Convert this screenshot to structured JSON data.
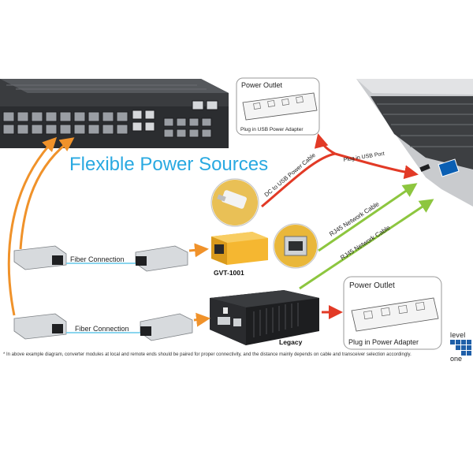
{
  "headline": "Flexible Power Sources",
  "power_outlet_top": {
    "title": "Power Outlet",
    "caption": "Plug in USB Power Adapter"
  },
  "power_outlet_bottom": {
    "title": "Power Outlet",
    "caption": "Plug in Power Adapter"
  },
  "cables": {
    "dc_usb": "DC to USB Power Cable",
    "usb_port": "Plug in USB Port",
    "rj45_a": "RJ45 Network Cable",
    "rj45_b": "RJ45 Network Cable"
  },
  "fiber": {
    "top": "Fiber Connection",
    "bottom": "Fiber Connection"
  },
  "devices": {
    "gvt": "GVT-1001",
    "legacy": "Legacy"
  },
  "logo": {
    "line1": "level",
    "line2": "one"
  },
  "footnote": "* In above example diagram, converter modules at local and remote ends should be paired for proper connectivity, and the distance mainly depends on cable and transceiver selection accordingly.",
  "colors": {
    "headline": "#29a9e1",
    "orange": "#f0922a",
    "red": "#e23a26",
    "green": "#8dc63f",
    "fiber": "#63c7e8",
    "gvt_box": "#f5b731"
  }
}
